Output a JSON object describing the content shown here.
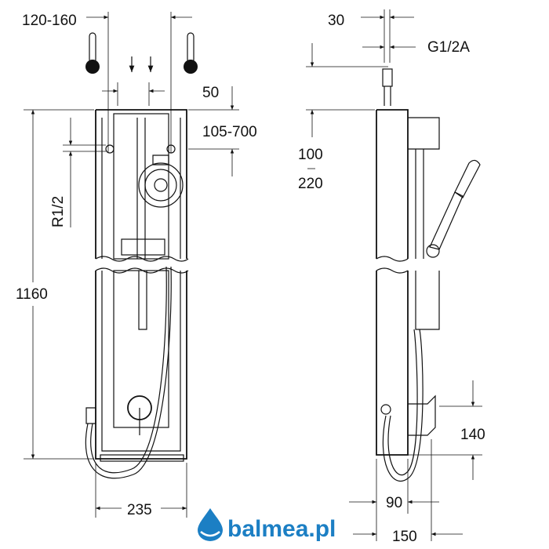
{
  "drawing": {
    "front_view": {
      "dim_inlet_spacing": "120-160",
      "dim_offset": "50",
      "dim_wall_range": "105-700",
      "dim_thread": "R1/2",
      "dim_height": "1160",
      "dim_width": "235"
    },
    "side_view": {
      "dim_inlet_width": "30",
      "dim_connection": "G1/2A",
      "dim_top_min": "100",
      "dim_top_max": "220",
      "dim_mixer_height": "140",
      "dim_depth_body": "90",
      "dim_depth_total": "150"
    }
  },
  "logo": {
    "text": "balmea.pl",
    "color": "#1c7fc4"
  }
}
